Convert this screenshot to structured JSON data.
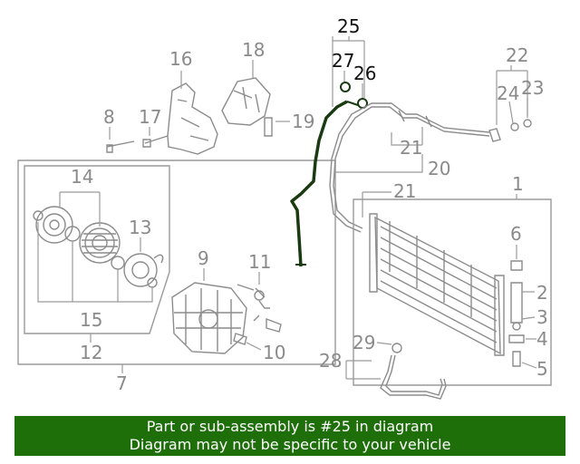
{
  "diagram": {
    "callouts": {
      "c1": "1",
      "c2": "2",
      "c3": "3",
      "c4": "4",
      "c5": "5",
      "c6": "6",
      "c7": "7",
      "c8": "8",
      "c9": "9",
      "c10": "10",
      "c11": "11",
      "c12": "12",
      "c13": "13",
      "c14": "14",
      "c15": "15",
      "c16": "16",
      "c17": "17",
      "c18": "18",
      "c19": "19",
      "c20": "20",
      "c21a": "21",
      "c21b": "21",
      "c22": "22",
      "c23": "23",
      "c24": "24",
      "c25": "25",
      "c26": "26",
      "c27": "27",
      "c28": "28",
      "c29": "29"
    },
    "highlight_color": "#1a3a12"
  },
  "banner": {
    "line1": "Part or sub-assembly is #25 in diagram",
    "line2": "Diagram may not be specific to your vehicle",
    "background": "#1e6e0a"
  }
}
